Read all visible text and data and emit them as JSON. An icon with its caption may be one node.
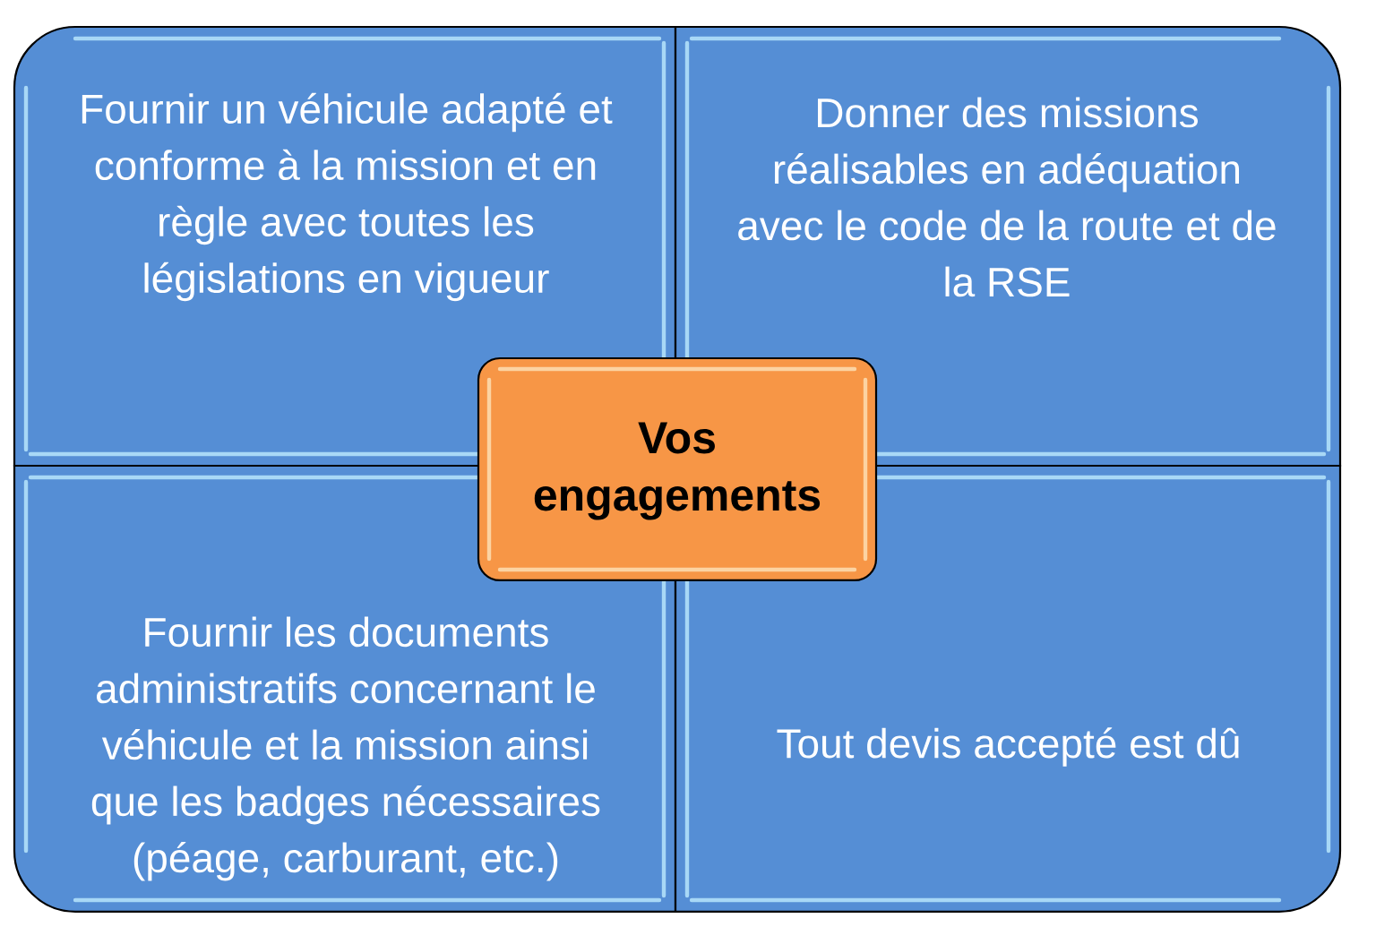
{
  "diagram": {
    "nodes": [
      {
        "text": [
          "Fournir un véhicule adapté et conforme à la mission et en règle avec toutes les législations en vigueur"
        ]
      },
      {
        "text": [
          "Donner des missions réalisables en adéquation avec le code de la route et de la RSE"
        ]
      },
      {
        "text": [
          "Vos engagements"
        ]
      },
      {
        "text": [
          "Fournir les documents administratifs concernant le véhicule et la mission ainsi que les badges nécessaires (péage, carburant, etc.)"
        ]
      },
      {
        "text": [
          "Tout devis accepté est dû"
        ]
      }
    ]
  }
}
